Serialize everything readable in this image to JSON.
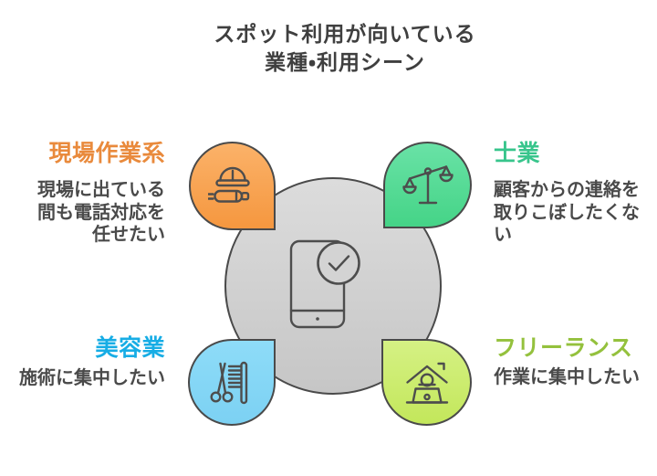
{
  "title": {
    "line1": "スポット利用が向いている",
    "line2": "業種・利用シーン"
  },
  "center": {
    "icon": "smartphone-check-icon",
    "circle_color_top": "#dcdcdc",
    "circle_color_bottom": "#c6c6c6",
    "outline_color": "#4a4a4a"
  },
  "quadrants": [
    {
      "id": "field-work",
      "position": "top-left",
      "label": "現場作業系",
      "description": "現場に出ている\n間も電話対応を\n任せたい",
      "label_color": "#e98a3c",
      "bubble_color_top": "#fbb269",
      "bubble_color_bottom": "#f5973f",
      "icon": "hard-hat-blueprint-icon"
    },
    {
      "id": "professional-services",
      "position": "top-right",
      "label": "士業",
      "description": "顧客からの連絡を\n取りこぼしたくな\nい",
      "label_color": "#38c58c",
      "bubble_color_top": "#69e2a6",
      "bubble_color_bottom": "#45d487",
      "icon": "balance-scale-icon"
    },
    {
      "id": "beauty",
      "position": "bottom-left",
      "label": "美容業",
      "description": "施術に集中したい",
      "label_color": "#17ade5",
      "bubble_color_top": "#8edcf8",
      "bubble_color_bottom": "#7cd1f3",
      "icon": "scissors-comb-icon"
    },
    {
      "id": "freelance",
      "position": "bottom-right",
      "label": "フリーランス",
      "description": "作業に集中したい",
      "label_color": "#94c13d",
      "bubble_color_top": "#d5f184",
      "bubble_color_bottom": "#c3e75b",
      "icon": "house-laptop-icon"
    }
  ],
  "text_color": "#4a4a4a",
  "background_color": "#ffffff"
}
